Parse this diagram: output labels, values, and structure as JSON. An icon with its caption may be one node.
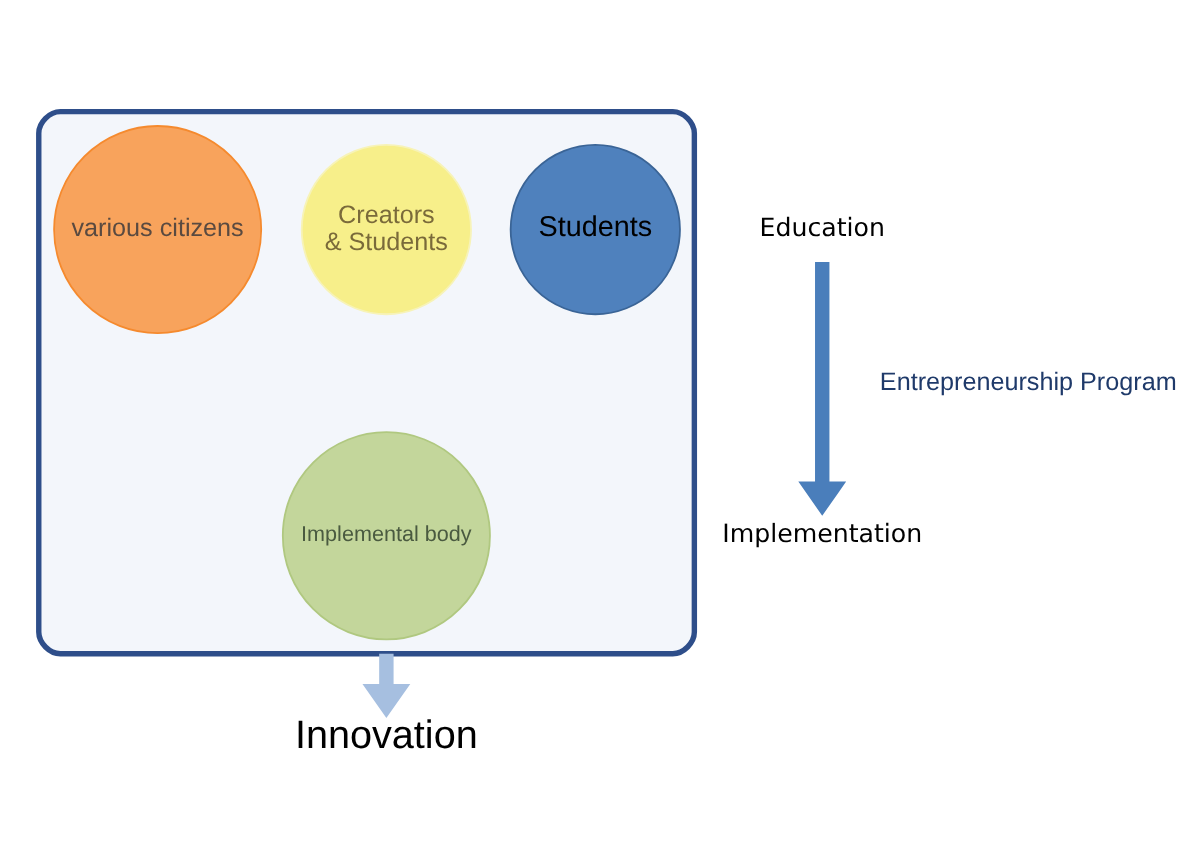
{
  "diagram": {
    "nodes": [
      {
        "text": [],
        "shape": "funnel"
      },
      {
        "text": [
          "Students"
        ],
        "in": 0
      },
      {
        "text": [
          "Creators",
          "& Students"
        ],
        "in": 0
      },
      {
        "text": [
          "various citizens"
        ],
        "in": 0
      },
      {
        "text": [
          "Implemental body"
        ],
        "in": 0
      },
      {
        "text": [
          "Education"
        ]
      },
      {
        "text": [
          "Implementation"
        ]
      },
      {
        "text": [
          "Innovation"
        ]
      }
    ],
    "edges": [
      {
        "from": 5,
        "to": 6,
        "arrow": "to",
        "label": "Entrepreneurship Program",
        "color": "#4a7ebb"
      },
      {
        "from": 0,
        "to": 7,
        "arrow": "to",
        "color": "#a6bfe0"
      }
    ]
  }
}
